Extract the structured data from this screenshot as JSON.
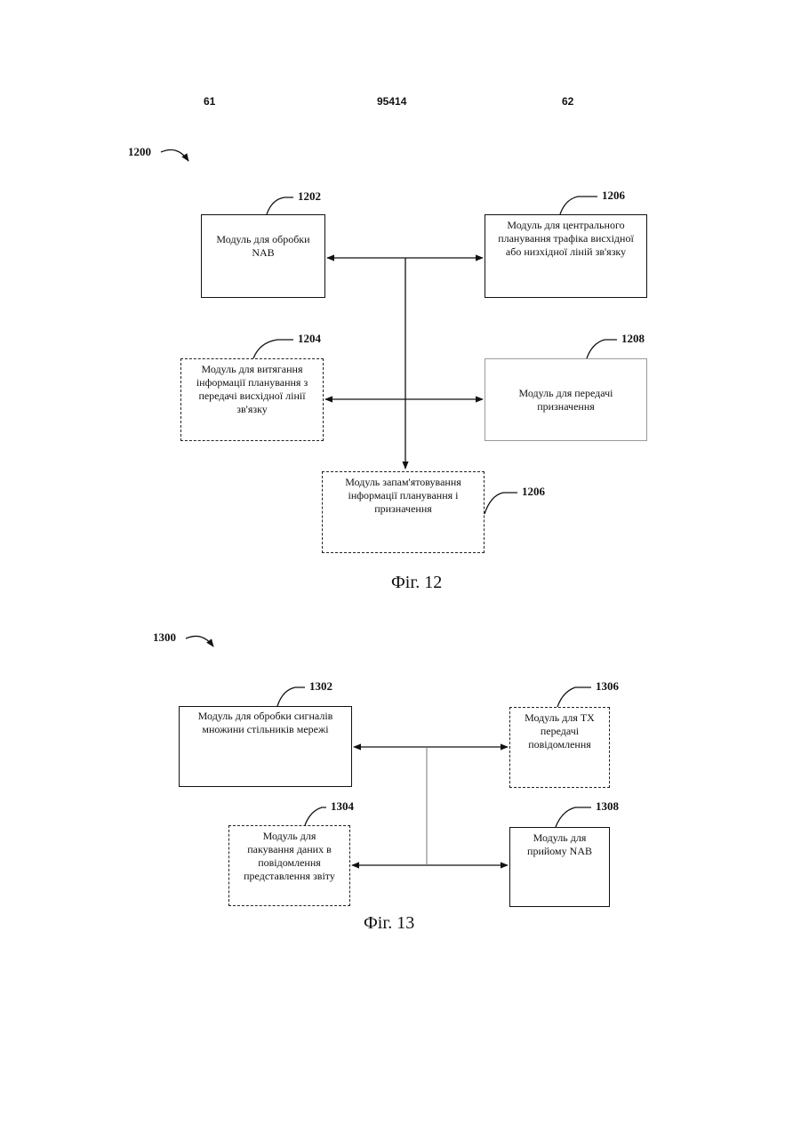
{
  "header": {
    "left_page": "61",
    "patent_number": "95414",
    "right_page": "62"
  },
  "figure12": {
    "ref": "1200",
    "caption": "Фіг. 12",
    "boxes": [
      {
        "ref": "1202",
        "label": "Модуль для обробки\nNAB"
      },
      {
        "ref": "1206",
        "label": "Модуль для центрального\nпланування трафіка висхідної\nабо низхідної ліній зв'язку"
      },
      {
        "ref": "1204",
        "label": "Модуль для витягання\nінформації планування з\nпередачі висхідної лінії\nзв'язку"
      },
      {
        "ref": "1208",
        "label": "Модуль для передачі\nпризначення"
      },
      {
        "ref": "1206",
        "label": "Модуль запам'ятовування\nінформації планування і\nпризначення"
      }
    ]
  },
  "figure13": {
    "ref": "1300",
    "caption": "Фіг. 13",
    "boxes": [
      {
        "ref": "1302",
        "label": "Модуль для обробки сигналів\nмножини стільників мережі"
      },
      {
        "ref": "1306",
        "label": "Модуль для ТХ\nпередачі\nповідомлення"
      },
      {
        "ref": "1304",
        "label": "Модуль для\nпакування даних в\nповідомлення\nпредставлення звіту"
      },
      {
        "ref": "1308",
        "label": "Модуль для\nприйому NAB"
      }
    ]
  }
}
